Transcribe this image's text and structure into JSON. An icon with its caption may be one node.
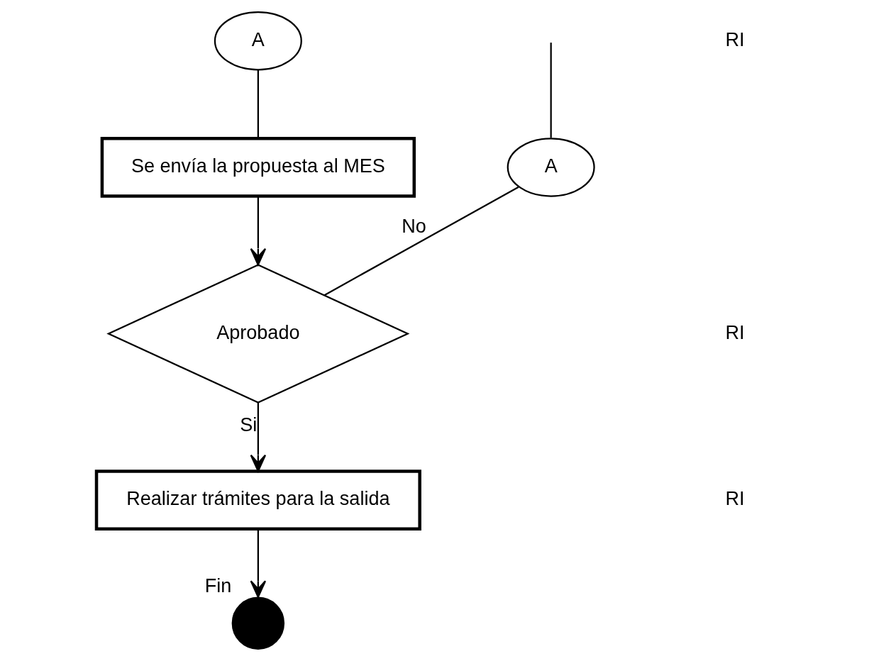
{
  "diagram": {
    "nodes": [
      {
        "text": [
          "A"
        ]
      },
      {
        "text": [
          "A"
        ]
      },
      {
        "text": [
          "Se envía la propuesta al MES"
        ]
      },
      {
        "text": [
          "Aprobado"
        ]
      },
      {
        "text": [
          "Realizar trámites para la salida"
        ]
      },
      {
        "text": [],
        "shape": "circle",
        "beside": [
          "Fin"
        ]
      }
    ],
    "edges": [
      {
        "from": null,
        "to": 0,
        "arrow": "none"
      },
      {
        "from": 1,
        "to": 2,
        "arrow": "none"
      },
      {
        "from": 2,
        "to": 3,
        "arrow": "to"
      },
      {
        "from": 3,
        "to": 0,
        "arrow": "none",
        "label": "No"
      },
      {
        "from": 3,
        "to": 4,
        "arrow": "to",
        "label": "Si"
      },
      {
        "from": 4,
        "to": 5,
        "arrow": "to"
      }
    ],
    "labels": [
      "RI",
      "RI",
      "RI"
    ]
  }
}
